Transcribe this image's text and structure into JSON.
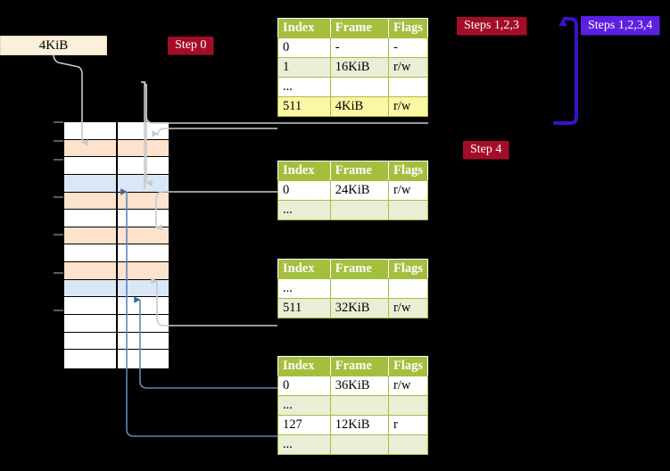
{
  "diagram": {
    "title_banner": {
      "label": "4KiB"
    },
    "step_labels": {
      "step0": "Step 0",
      "steps123": "Steps 1,2,3",
      "steps1234": "Steps 1,2,3,4",
      "step4": "Step 4"
    },
    "colors": {
      "pill_red": "#a40d28",
      "pill_blue": "#5b20e0",
      "table_header": "#a4bf3e",
      "table_row_alt": "#e9eed6",
      "highlight": "#fbf7a4",
      "memory_orange": "#fde2cd",
      "memory_blue": "#d9e7f7",
      "banner_cream": "#fbf0d9",
      "arrow_gray": "#bdbdbd",
      "arrow_blue": "#5f86bb"
    },
    "memory_column": {
      "name": "physical-memory",
      "cells": [
        {
          "fill": "white"
        },
        {
          "fill": "orange"
        },
        {
          "fill": "white"
        },
        {
          "fill": "blue"
        },
        {
          "fill": "orange"
        },
        {
          "fill": "white"
        },
        {
          "fill": "orange"
        },
        {
          "fill": "white"
        },
        {
          "fill": "orange"
        },
        {
          "fill": "blue"
        },
        {
          "fill": "white"
        },
        {
          "fill": "white"
        },
        {
          "fill": "white"
        },
        {
          "fill": "white"
        }
      ]
    },
    "tables": [
      {
        "name": "page-table-level-4",
        "columns": [
          "Index",
          "Frame",
          "Flags"
        ],
        "rows": [
          {
            "cells": [
              "0",
              "-",
              "-"
            ],
            "shade": "w",
            "highlight": false
          },
          {
            "cells": [
              "1",
              "16KiB",
              "r/w"
            ],
            "shade": "g",
            "highlight": false
          },
          {
            "cells": [
              "...",
              "",
              ""
            ],
            "shade": "w",
            "highlight": false
          },
          {
            "cells": [
              "511",
              "4KiB",
              "r/w"
            ],
            "shade": "g",
            "highlight": true
          }
        ]
      },
      {
        "name": "page-table-level-3",
        "columns": [
          "Index",
          "Frame",
          "Flags"
        ],
        "rows": [
          {
            "cells": [
              "0",
              "24KiB",
              "r/w"
            ],
            "shade": "w",
            "highlight": false
          },
          {
            "cells": [
              "...",
              "",
              ""
            ],
            "shade": "g",
            "highlight": false
          }
        ]
      },
      {
        "name": "page-table-level-2",
        "columns": [
          "Index",
          "Frame",
          "Flags"
        ],
        "rows": [
          {
            "cells": [
              "...",
              "",
              ""
            ],
            "shade": "w",
            "highlight": false
          },
          {
            "cells": [
              "511",
              "32KiB",
              "r/w"
            ],
            "shade": "g",
            "highlight": false
          }
        ]
      },
      {
        "name": "page-table-level-1",
        "columns": [
          "Index",
          "Frame",
          "Flags"
        ],
        "rows": [
          {
            "cells": [
              "0",
              "36KiB",
              "r/w"
            ],
            "shade": "w",
            "highlight": false
          },
          {
            "cells": [
              "...",
              "",
              ""
            ],
            "shade": "g",
            "highlight": false
          },
          {
            "cells": [
              "127",
              "12KiB",
              "r"
            ],
            "shade": "w",
            "highlight": false
          },
          {
            "cells": [
              "...",
              "",
              ""
            ],
            "shade": "g",
            "highlight": false
          }
        ]
      }
    ]
  }
}
